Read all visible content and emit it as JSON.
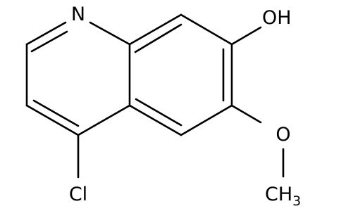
{
  "molecule": {
    "atoms": {
      "nitrogen": "N",
      "hydroxyl": "OH",
      "methoxy_oxygen": "O",
      "methyl": "CH",
      "methyl_subscript": "3",
      "chlorine": "Cl"
    }
  }
}
